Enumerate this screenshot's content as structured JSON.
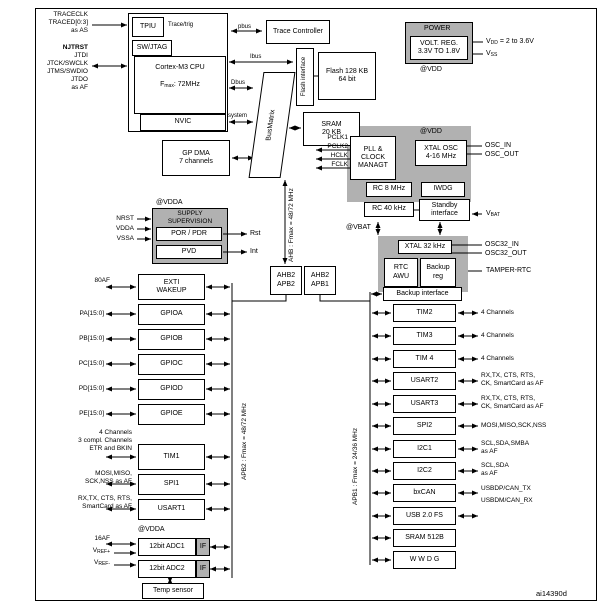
{
  "artwork_id": "ai14390d",
  "colors": {
    "block_gray": "#b1b1b1",
    "line": "#000000",
    "background": "#ffffff"
  },
  "debug": {
    "trace_pins": [
      "TRACECLK",
      "TRACED[0:3]",
      "as AS"
    ],
    "jtag_pins": [
      "NJTRST",
      "JTDI",
      "JTCK/SWCLK",
      "JTMS/SWDIO",
      "JTDO",
      "as AF"
    ],
    "tpiu": "TPIU",
    "sw_jtag": "SW/JTAG",
    "trace_trig": "Trace/trig",
    "pbus": "pbus",
    "trace_controller": "Trace Controller"
  },
  "cpu": {
    "title": "Cortex-M3 CPU",
    "fmax_base": "F",
    "fmax_sub": "max",
    "fmax_rest": ": 72MHz",
    "nvic": "NVIC",
    "ibus": "Ibus",
    "dbus": "Dbus",
    "sys": "system"
  },
  "memory": {
    "flash_interface": "Flash interface",
    "flash_line1": "Flash 128 KB",
    "flash_line2": "64 bit",
    "sram_line1": "SRAM",
    "sram_line2": "20 KB",
    "bus_matrix": "BusMatrix",
    "dma_line1": "GP DMA",
    "dma_line2": "7 channels"
  },
  "power": {
    "title": "POWER",
    "reg_line1": "VOLT. REG.",
    "reg_line2": "3.3V TO 1.8V",
    "at_vdd": "@VDD",
    "vdd_base": "V",
    "vdd_sub": "DD",
    "vdd_rest": " = 2 to 3.6V",
    "vss_base": "V",
    "vss_sub": "SS",
    "vss_rest": ""
  },
  "clock": {
    "at_vdd": "@VDD",
    "outputs": [
      "PCLK1",
      "PCLK2",
      "HCLK",
      "FCLK"
    ],
    "pll_line1": "PLL &",
    "pll_line2": "CLOCK",
    "pll_line3": "MANAGT",
    "xtal_line1": "XTAL OSC",
    "xtal_line2": "4-16 MHz",
    "osc_in": "OSC_IN",
    "osc_out": "OSC_OUT",
    "rc8": "RC 8 MHz",
    "rc40": "RC 40 kHz",
    "iwdg": "IWDG",
    "standby_line1": "Standby",
    "standby_line2": "interface",
    "vbat_base": "V",
    "vbat_sub": "BAT",
    "vbat_rest": "",
    "at_vbat": "@VBAT"
  },
  "backup": {
    "xtal32": "XTAL 32 kHz",
    "osc32_in": "OSC32_IN",
    "osc32_out": "OSC32_OUT",
    "rtc_line1": "RTC",
    "rtc_line2": "AWU",
    "bkp_line1": "Backup",
    "bkp_line2": "reg",
    "tamper": "TAMPER-RTC",
    "interface": "Backup interface"
  },
  "supply": {
    "at_vdda": "@VDDA",
    "title_line1": "SUPPLY",
    "title_line2": "SUPERVISION",
    "por_pdr": "POR / PDR",
    "pvd": "PVD",
    "pins": [
      "NRST",
      "VDDA",
      "VSSA"
    ],
    "rst": "Rst",
    "int": "Int"
  },
  "buses": {
    "ahb_label": "AHB : Fmax = 48/72 MHz",
    "apb2_label": "APB2 : Fmax = 48/72 MHz",
    "apb1_label": "APB1 : Fmax = 24/36 MHz",
    "bridge1_line1": "AHB2",
    "bridge1_line2": "APB2",
    "bridge2_line1": "AHB2",
    "bridge2_line2": "APB1"
  },
  "left": {
    "af80": "80AF",
    "exti_line1": "EXTI",
    "exti_line2": "WAKEUP",
    "gpio": [
      {
        "pin": "PA[15:0]",
        "label": "GPIOA"
      },
      {
        "pin": "PB[15:0]",
        "label": "GPIOB"
      },
      {
        "pin": "PC[15:0]",
        "label": "GPIOC"
      },
      {
        "pin": "PD[15:0]",
        "label": "GPIOD"
      },
      {
        "pin": "PE[15:0]",
        "label": "GPIOE"
      }
    ],
    "tim1_label": "TIM1",
    "tim1_pins": [
      "4 Channels",
      "3 compl. Channels",
      "ETR and BKIN"
    ],
    "spi1_label": "SPI1",
    "spi1_pins": [
      "MOSI,MISO,",
      "SCK,NSS as AF"
    ],
    "usart1_label": "USART1",
    "usart1_pins": [
      "RX,TX, CTS, RTS,",
      "SmartCard as AF"
    ],
    "at_vdda": "@VDDA",
    "af16": "16AF",
    "vref_plus_base": "V",
    "vref_plus_sub": "REF+",
    "vref_minus_base": "V",
    "vref_minus_sub": "REF-",
    "adc1": "12bit ADC1",
    "adc1_if": "IF",
    "adc2": "12bit ADC2",
    "adc2_if": "IF",
    "temp": "Temp sensor"
  },
  "right": [
    {
      "label": "TIM2",
      "pin1": "4 Channels",
      "pin2": ""
    },
    {
      "label": "TIM3",
      "pin1": "4 Channels",
      "pin2": ""
    },
    {
      "label": "TIM 4",
      "pin1": "4 Channels",
      "pin2": ""
    },
    {
      "label": "USART2",
      "pin1": "RX,TX, CTS, RTS,",
      "pin2": "CK, SmartCard as AF"
    },
    {
      "label": "USART3",
      "pin1": "RX,TX, CTS, RTS,",
      "pin2": "CK, SmartCard as AF"
    },
    {
      "label": "SPI2",
      "pin1": "MOSI,MISO,SCK,NSS",
      "pin2": ""
    },
    {
      "label": "I2C1",
      "pin1": "SCL,SDA,SMBA",
      "pin2": "as AF"
    },
    {
      "label": "I2C2",
      "pin1": "SCL,SDA",
      "pin2": "as AF"
    },
    {
      "label": "bxCAN",
      "pin1": "USBDP/CAN_TX",
      "pin2": "USBDM/CAN_RX"
    },
    {
      "label": "USB 2.0 FS",
      "pin1": "",
      "pin2": ""
    },
    {
      "label": "SRAM 512B",
      "pin1": "",
      "pin2": ""
    },
    {
      "label": "W W D G",
      "pin1": "",
      "pin2": ""
    }
  ]
}
